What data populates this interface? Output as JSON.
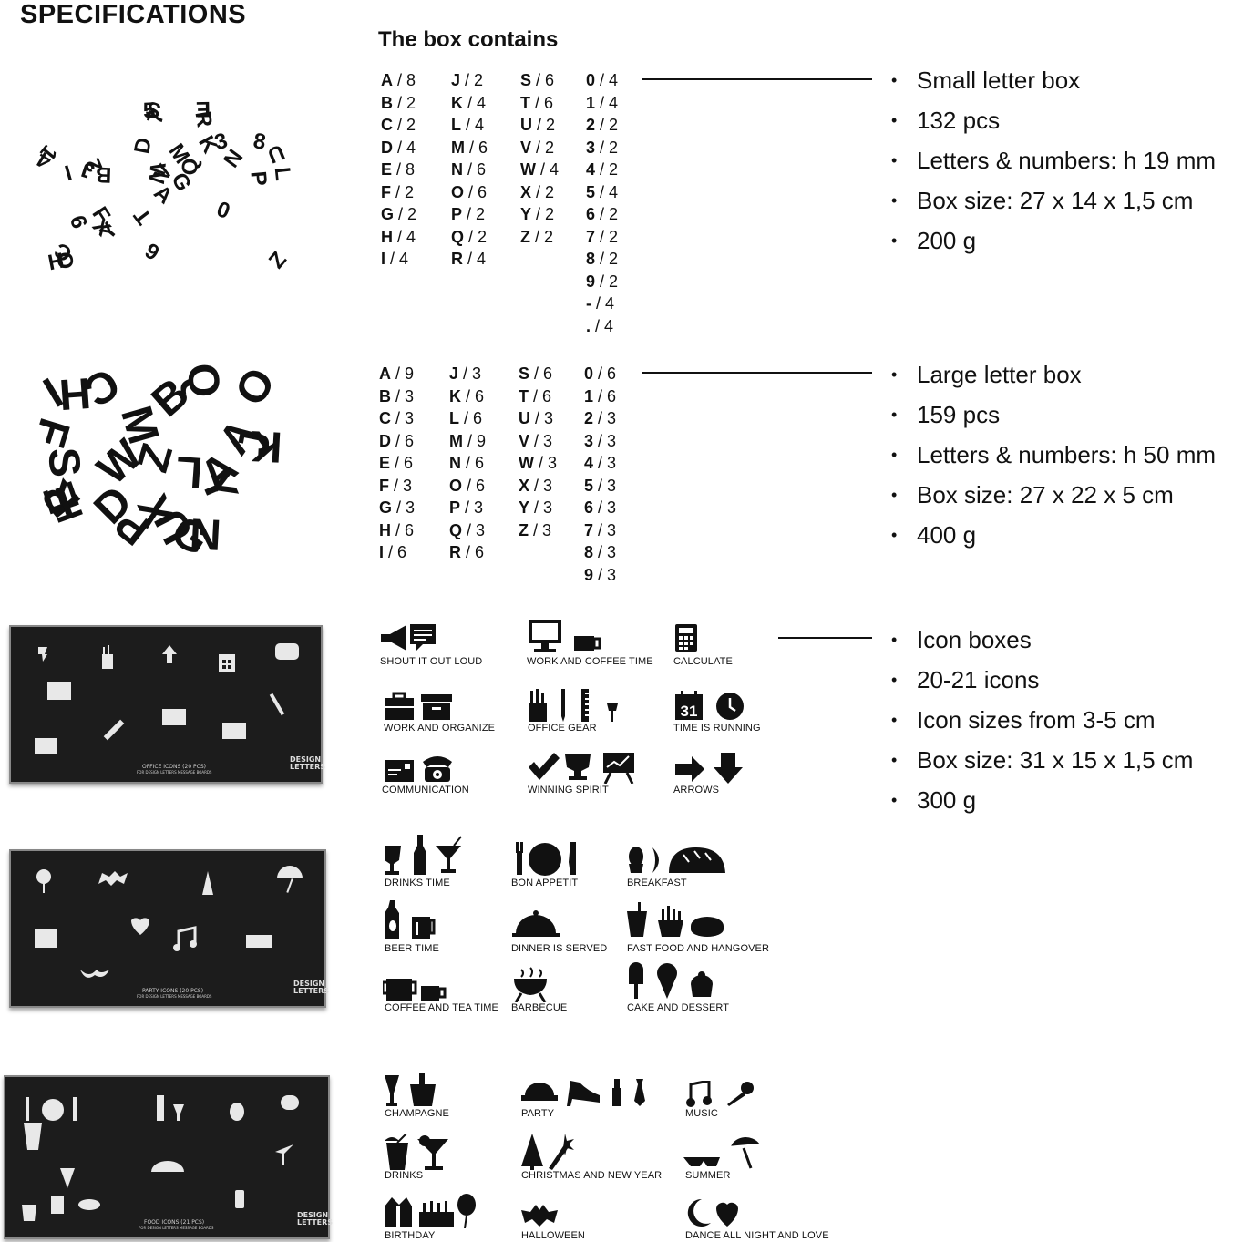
{
  "title": "SPECIFICATIONS",
  "subtitle": "The box contains",
  "small_box": {
    "columns": [
      [
        [
          "A",
          "8"
        ],
        [
          "B",
          "2"
        ],
        [
          "C",
          "2"
        ],
        [
          "D",
          "4"
        ],
        [
          "E",
          "8"
        ],
        [
          "F",
          "2"
        ],
        [
          "G",
          "2"
        ],
        [
          "H",
          "4"
        ],
        [
          "I",
          "4"
        ]
      ],
      [
        [
          "J",
          "2"
        ],
        [
          "K",
          "4"
        ],
        [
          "L",
          "4"
        ],
        [
          "M",
          "6"
        ],
        [
          "N",
          "6"
        ],
        [
          "O",
          "6"
        ],
        [
          "P",
          "2"
        ],
        [
          "Q",
          "2"
        ],
        [
          "R",
          "4"
        ]
      ],
      [
        [
          "S",
          "6"
        ],
        [
          "T",
          "6"
        ],
        [
          "U",
          "2"
        ],
        [
          "V",
          "2"
        ],
        [
          "W",
          "4"
        ],
        [
          "X",
          "2"
        ],
        [
          "Y",
          "2"
        ],
        [
          "Z",
          "2"
        ]
      ],
      [
        [
          "0",
          "4"
        ],
        [
          "1",
          "4"
        ],
        [
          "2",
          "2"
        ],
        [
          "3",
          "2"
        ],
        [
          "4",
          "2"
        ],
        [
          "5",
          "4"
        ],
        [
          "6",
          "2"
        ],
        [
          "7",
          "2"
        ],
        [
          "8",
          "2"
        ],
        [
          "9",
          "2"
        ],
        [
          "-",
          "4"
        ],
        [
          ".",
          "4"
        ]
      ]
    ],
    "specs": [
      "Small letter box",
      "132 pcs",
      "Letters & numbers: h 19 mm",
      "Box size: 27 x 14 x 1,5 cm",
      "200 g"
    ]
  },
  "large_box": {
    "columns": [
      [
        [
          "A",
          "9"
        ],
        [
          "B",
          "3"
        ],
        [
          "C",
          "3"
        ],
        [
          "D",
          "6"
        ],
        [
          "E",
          "6"
        ],
        [
          "F",
          "3"
        ],
        [
          "G",
          "3"
        ],
        [
          "H",
          "6"
        ],
        [
          "I",
          "6"
        ]
      ],
      [
        [
          "J",
          "3"
        ],
        [
          "K",
          "6"
        ],
        [
          "L",
          "6"
        ],
        [
          "M",
          "9"
        ],
        [
          "N",
          "6"
        ],
        [
          "O",
          "6"
        ],
        [
          "P",
          "3"
        ],
        [
          "Q",
          "3"
        ],
        [
          "R",
          "6"
        ]
      ],
      [
        [
          "S",
          "6"
        ],
        [
          "T",
          "6"
        ],
        [
          "U",
          "3"
        ],
        [
          "V",
          "3"
        ],
        [
          "W",
          "3"
        ],
        [
          "X",
          "3"
        ],
        [
          "Y",
          "3"
        ],
        [
          "Z",
          "3"
        ]
      ],
      [
        [
          "0",
          "6"
        ],
        [
          "1",
          "6"
        ],
        [
          "2",
          "3"
        ],
        [
          "3",
          "3"
        ],
        [
          "4",
          "3"
        ],
        [
          "5",
          "3"
        ],
        [
          "6",
          "3"
        ],
        [
          "7",
          "3"
        ],
        [
          "8",
          "3"
        ],
        [
          "9",
          "3"
        ]
      ]
    ],
    "specs": [
      "Large letter box",
      "159 pcs",
      "Letters & numbers: h 50 mm",
      "Box size: 27 x 22 x 5 cm",
      "400 g"
    ]
  },
  "icon_boxes": {
    "specs": [
      "Icon boxes",
      "20-21 icons",
      "Icon sizes from 3-5 cm",
      "Box size: 31 x 15 x 1,5 cm",
      "300 g"
    ]
  },
  "box_labels": {
    "office": "OFFICE ICONS (20 PCS)",
    "party": "PARTY ICONS (20 PCS)",
    "food": "FOOD ICONS (21 PCS)",
    "sub": "FOR DESIGN LETTERS MESSAGE BOARDS",
    "brand": "DESIGN LETTERS"
  },
  "office_captions": [
    "SHOUT IT OUT LOUD",
    "WORK AND COFFEE TIME",
    "CALCULATE",
    "WORK AND ORGANIZE",
    "OFFICE GEAR",
    "TIME IS RUNNING",
    "COMMUNICATION",
    "WINNING SPIRIT",
    "ARROWS"
  ],
  "calendar_day": "31",
  "food_captions": [
    "DRINKS TIME",
    "BON APPETIT",
    "BREAKFAST",
    "BEER TIME",
    "DINNER IS SERVED",
    "FAST FOOD AND HANGOVER",
    "COFFEE AND TEA TIME",
    "BARBECUE",
    "CAKE AND DESSERT"
  ],
  "party_captions": [
    "CHAMPAGNE",
    "PARTY",
    "MUSIC",
    "DRINKS",
    "CHRISTMAS AND NEW YEAR",
    "SUMMER",
    "BIRTHDAY",
    "HALLOWEEN",
    "DANCE ALL NIGHT AND LOVE"
  ]
}
